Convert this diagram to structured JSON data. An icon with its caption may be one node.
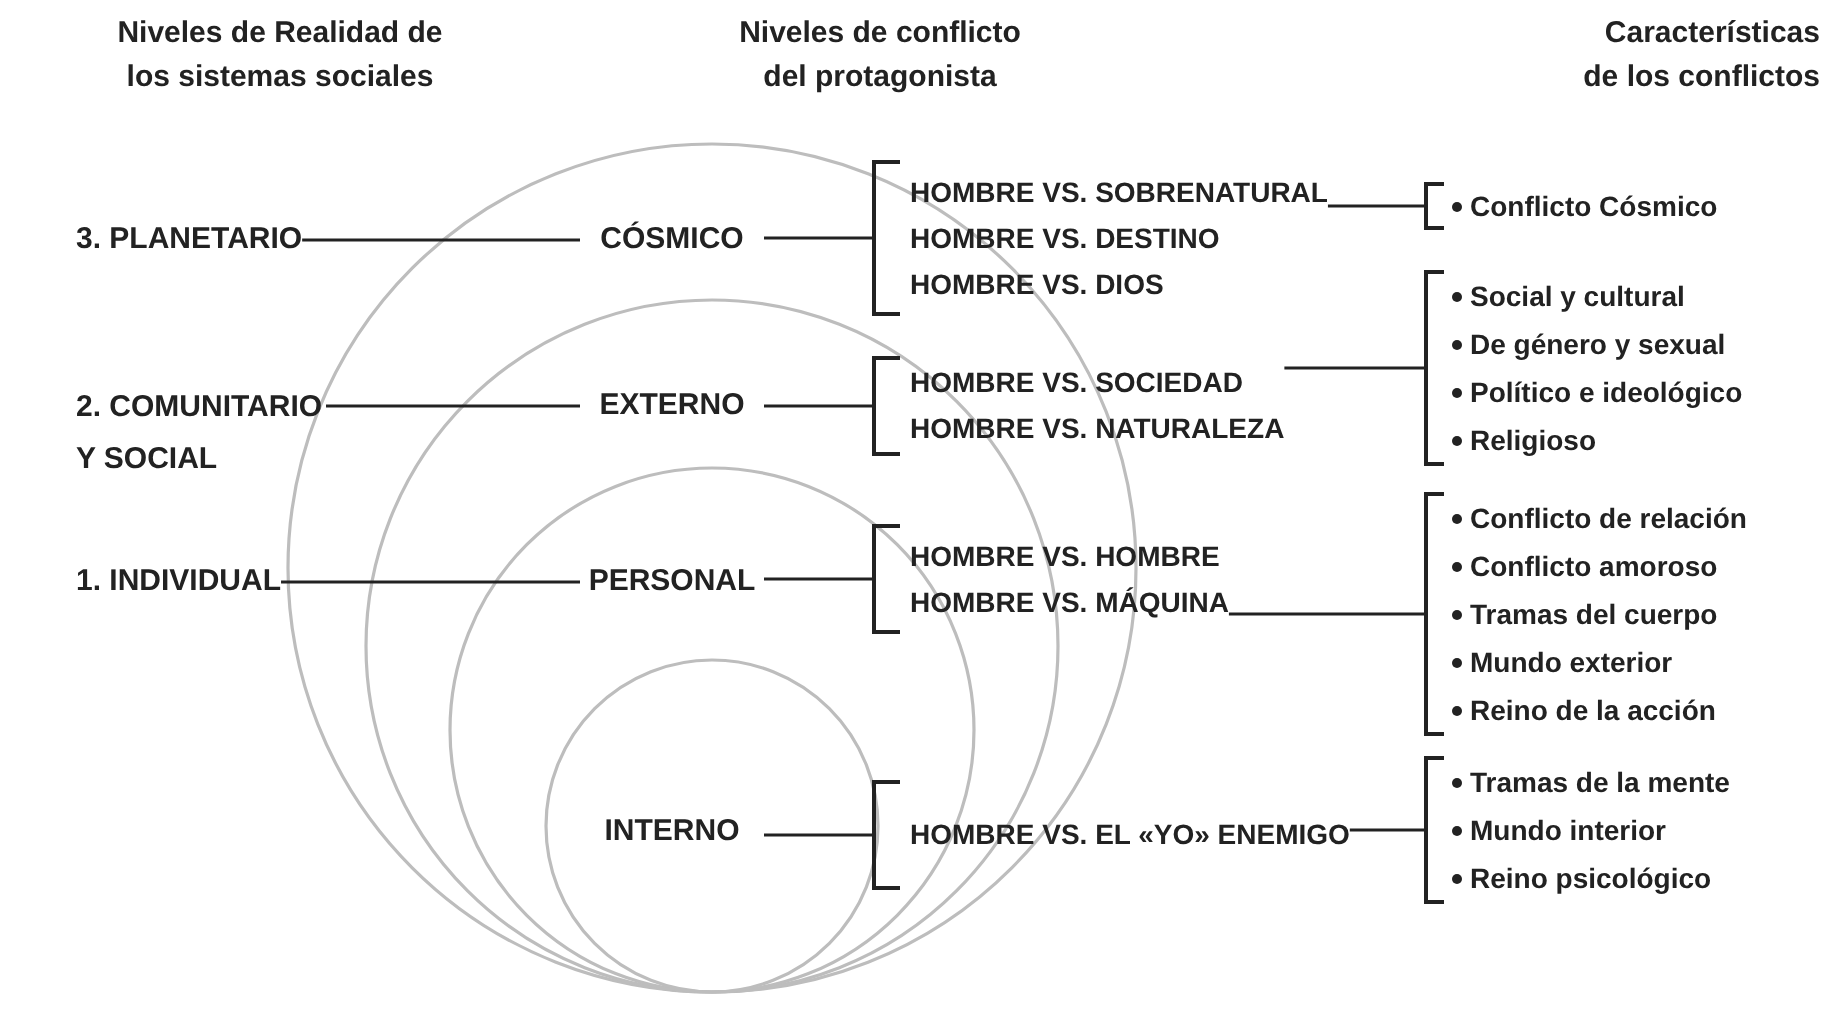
{
  "diagram": {
    "nodes": [
      {
        "text": [
          "3. PLANETARIO"
        ]
      },
      {
        "text": [
          "CÓSMICO"
        ]
      },
      {
        "text": [
          "HOMBRE VS. SOBRENATURAL",
          "HOMBRE VS. DESTINO",
          "HOMBRE VS. DIOS"
        ]
      },
      {
        "text": [
          "Conflicto Cósmico"
        ]
      },
      {
        "text": [
          "2. COMUNITARIO Y SOCIAL"
        ]
      },
      {
        "text": [
          "EXTERNO"
        ]
      },
      {
        "text": [
          "HOMBRE VS. SOCIEDAD",
          "HOMBRE VS. NATURALEZA"
        ]
      },
      {
        "text": [
          "Social y cultural",
          "De género y sexual",
          "Político e ideológico",
          "Religioso"
        ]
      },
      {
        "text": [
          "1. INDIVIDUAL"
        ]
      },
      {
        "text": [
          "PERSONAL"
        ]
      },
      {
        "text": [
          "HOMBRE VS. HOMBRE",
          "HOMBRE VS. MÁQUINA"
        ]
      },
      {
        "text": [
          "Conflicto de relación",
          "Conflicto amoroso",
          "Tramas del cuerpo",
          "Mundo exterior",
          "Reino de la acción"
        ]
      },
      {
        "text": [
          "INTERNO"
        ]
      },
      {
        "text": [
          "HOMBRE VS. EL «YO» ENEMIGO"
        ]
      },
      {
        "text": [
          "Tramas de la mente",
          "Mundo interior",
          "Reino psicológico"
        ]
      }
    ],
    "edges": [
      {
        "from": 0,
        "to": 1,
        "arrow": "none"
      },
      {
        "from": 1,
        "to": 2,
        "arrow": "none"
      },
      {
        "from": 2,
        "to": 3,
        "arrow": "none"
      },
      {
        "from": 4,
        "to": 5,
        "arrow": "none"
      },
      {
        "from": 5,
        "to": 6,
        "arrow": "none"
      },
      {
        "from": 6,
        "to": 7,
        "arrow": "none"
      },
      {
        "from": 8,
        "to": 9,
        "arrow": "none"
      },
      {
        "from": 9,
        "to": 10,
        "arrow": "none"
      },
      {
        "from": 10,
        "to": 11,
        "arrow": "none"
      },
      {
        "from": 12,
        "to": 13,
        "arrow": "none"
      },
      {
        "from": 13,
        "to": 14,
        "arrow": "none"
      }
    ],
    "labels": [
      "Niveles de Realidad de los sistemas sociales",
      "Niveles de conflicto del protagonista",
      "Características de los conflictos"
    ]
  }
}
